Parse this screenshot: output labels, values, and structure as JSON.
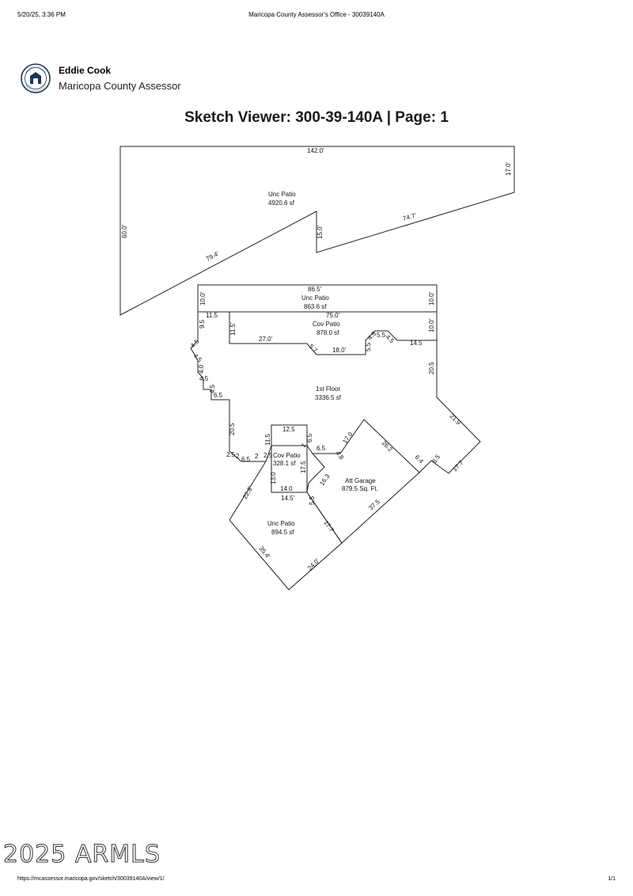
{
  "print_header": {
    "timestamp": "5/20/25, 3:36 PM",
    "page_title": "Maricopa County Assessor's Office - 30039140A"
  },
  "brand": {
    "name": "Eddie Cook",
    "office": "Maricopa County Assessor",
    "seal_icon": "county-seal-icon"
  },
  "title": "Sketch Viewer: 300-39-140A | Page: 1",
  "sketch": {
    "areas": [
      {
        "id": "unc-patio-top",
        "label": "Unc Patio",
        "size": "4920.6 sf"
      },
      {
        "id": "unc-patio-strip",
        "label": "Unc Patio",
        "size": "863.6 sf"
      },
      {
        "id": "cov-patio-back",
        "label": "Cov Patio",
        "size": "878.0 sf"
      },
      {
        "id": "first-floor",
        "label": "1st Floor",
        "size": "3336.5 sf"
      },
      {
        "id": "cov-patio-front",
        "label": "Cov Patio",
        "size": "328.1 sf"
      },
      {
        "id": "att-garage",
        "label": "Att Garage",
        "size": "879.5 Sq. Ft."
      },
      {
        "id": "unc-patio-front",
        "label": "Unc Patio",
        "size": "894.5 sf"
      }
    ],
    "dimensions": [
      "142.0'",
      "17.0'",
      "60.0'",
      "74.7'",
      "15.0'",
      "79.4'",
      "86.5'",
      "10.0'",
      "10.0'",
      "11.5",
      "75.0'",
      "9.5",
      "11.5'",
      "10.0'",
      "27.0'",
      "5.7",
      "18.0'",
      "5.5",
      "4.5",
      "5.5",
      "4.5",
      "14.5",
      "4.5",
      "4.5",
      "4.0",
      "4.5",
      "20.5",
      "4.5",
      "6.5",
      "20.5",
      "21.9",
      "12.5",
      "11.5",
      "6.5",
      "1",
      "6.5",
      "17.0",
      "2.5",
      "2",
      "6.5",
      "2",
      "2.5",
      "4.8",
      "26.2",
      "6.4",
      "8.5",
      "17.7",
      "13.0",
      "17.5",
      "16.3",
      "22.8'",
      "14.0",
      "14.5'",
      "5.5",
      "37.5",
      "17.7",
      "35.4'",
      "24.0'"
    ]
  },
  "watermark": "2025 ARMLS",
  "footer": {
    "url": "https://mcassessor.maricopa.gov/sketch/30039140A/view/1/",
    "page": "1/1"
  }
}
